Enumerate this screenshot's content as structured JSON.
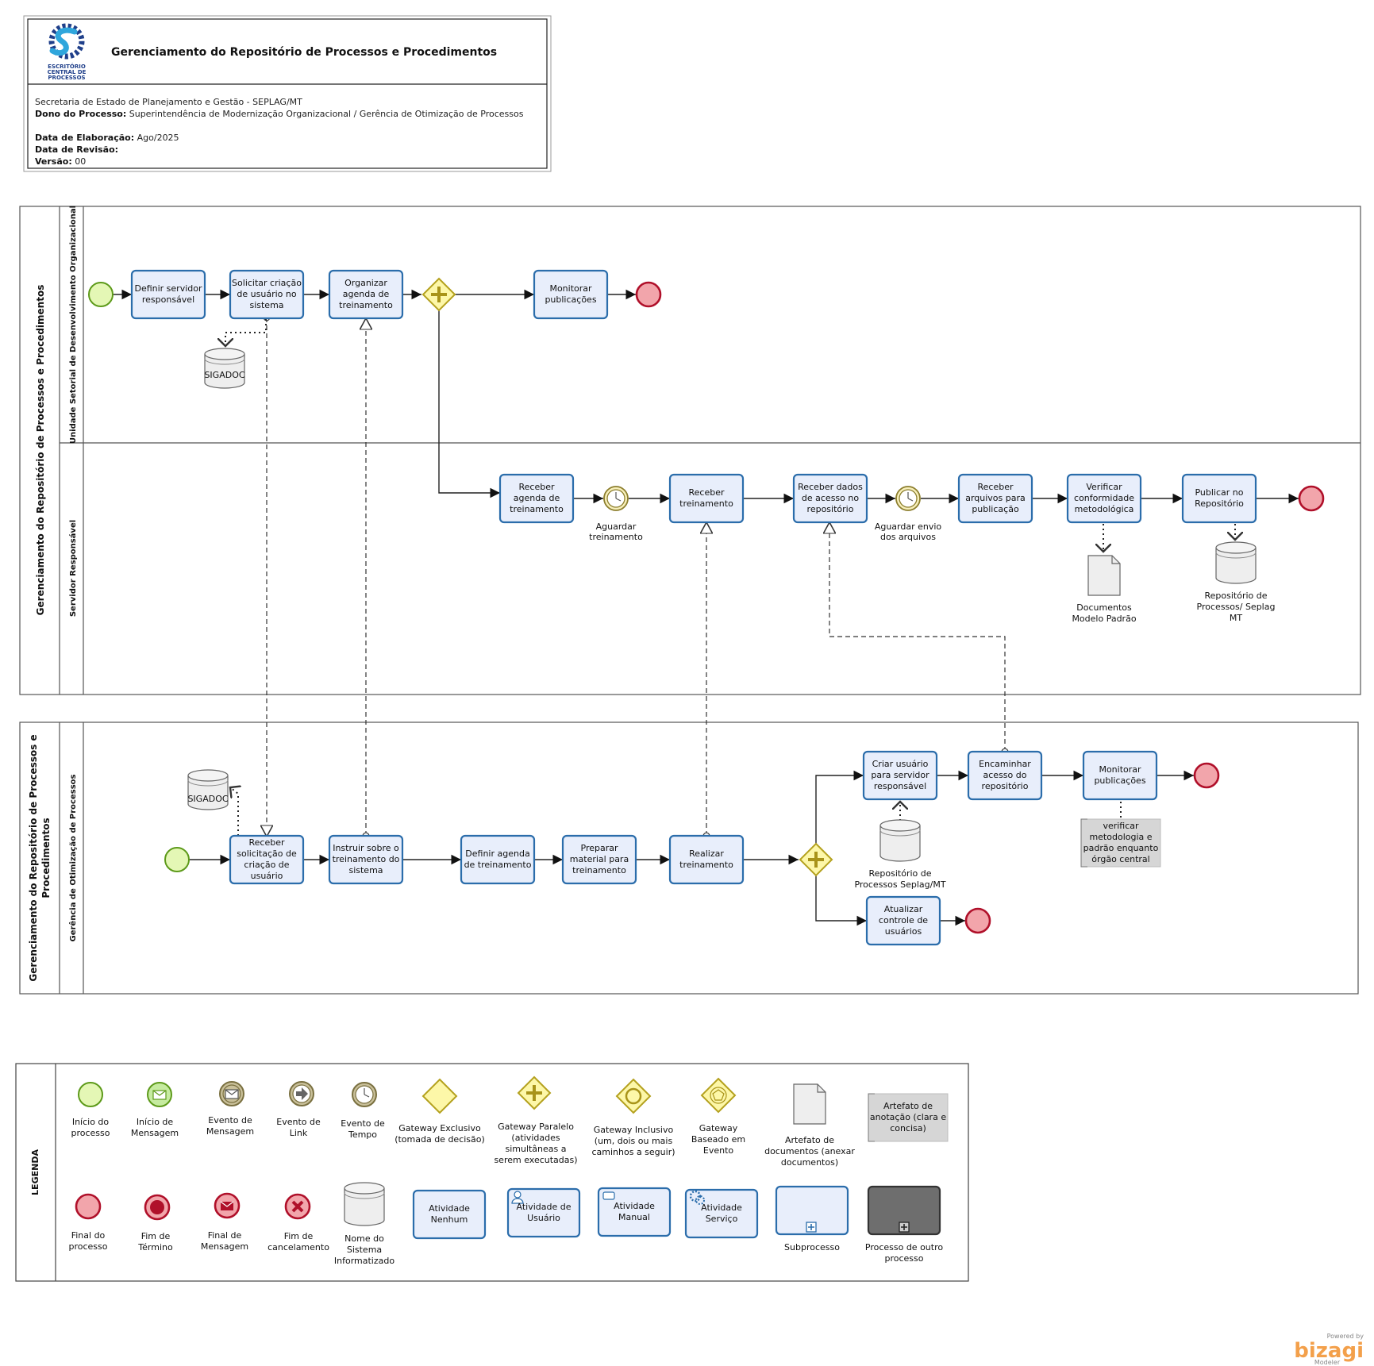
{
  "header": {
    "logo_text": [
      "ESCRITÓRIO",
      "CENTRAL DE",
      "PROCESSOS"
    ],
    "title": "Gerenciamento do Repositório de Processos e Procedimentos",
    "org": "Secretaria de Estado de Planejamento e Gestão - SEPLAG/MT",
    "owner_label": "Dono do Processo:",
    "owner_value": " Superintendência de Modernização Organizacional / Gerência de Otimização de Processos",
    "elab_label": "Data de Elaboração:",
    "elab_value": " Ago/2025",
    "rev_label": "Data de Revisão:",
    "version_label": "Versão:",
    "version_value": " 00"
  },
  "pool1": {
    "name": "Gerenciamento do Repositório de Processos e Procedimentos",
    "lane1": "Unidade Setorial de Desenvolvimento Organizacional",
    "lane2": "Servidor Responsável",
    "tasks": {
      "definir_servidor": [
        "Definir servidor",
        "responsável"
      ],
      "solicitar_criacao": [
        "Solicitar criação",
        "de usuário no",
        "sistema"
      ],
      "organizar_agenda": [
        "Organizar",
        "agenda de",
        "treinamento"
      ],
      "monitorar_pub1": [
        "Monitorar",
        "publicações"
      ],
      "receber_agenda": [
        "Receber",
        "agenda de",
        "treinamento"
      ],
      "receber_treinamento": [
        "Receber",
        "treinamento"
      ],
      "receber_dados": [
        "Receber dados",
        "de acesso no",
        "repositório"
      ],
      "receber_arquivos": [
        "Receber",
        "arquivos para",
        "publicação"
      ],
      "verificar_conformidade": [
        "Verificar",
        "conformidade",
        "metodológica"
      ],
      "publicar": [
        "Publicar no",
        "Repositório"
      ]
    },
    "timer1_label": [
      "Aguardar",
      "treinamento"
    ],
    "timer2_label": [
      "Aguardar envio",
      "dos arquivos"
    ],
    "sigadoc": "SIGADOC",
    "doc_label": [
      "Documentos",
      "Modelo Padrão"
    ],
    "repo_label": [
      "Repositório de",
      "Processos/ Seplag",
      "MT"
    ]
  },
  "pool2": {
    "name": [
      "Gerenciamento do Repositório de Processos e",
      "Procedimentos"
    ],
    "lane1": "Gerência de Otimização de Processos",
    "tasks": {
      "receber_solicitacao": [
        "Receber",
        "solicitação de",
        "criação de",
        "usuário"
      ],
      "instruir": [
        "Instruir sobre o",
        "treinamento do",
        "sistema"
      ],
      "definir_agenda": [
        "Definir agenda",
        "de treinamento"
      ],
      "preparar_material": [
        "Preparar",
        "material para",
        "treinamento"
      ],
      "realizar_treinamento": [
        "Realizar",
        "treinamento"
      ],
      "criar_usuario": [
        "Criar usuário",
        "para servidor",
        "responsável"
      ],
      "encaminhar_acesso": [
        "Encaminhar",
        "acesso do",
        "repositório"
      ],
      "monitorar_pub2": [
        "Monitorar",
        "publicações"
      ],
      "atualizar_controle": [
        "Atualizar",
        "controle de",
        "usuários"
      ]
    },
    "sigadoc": "SIGADOC",
    "repo_label": [
      "Repositório de",
      "Processos  Seplag/MT"
    ],
    "annotation": [
      "verificar",
      "metodologia e",
      "padrão enquanto",
      "órgão central"
    ]
  },
  "legend": {
    "title": "LEGENDA",
    "inicio_processo": [
      "Início do",
      "processo"
    ],
    "inicio_mensagem": [
      "Início de",
      "Mensagem"
    ],
    "evento_mensagem": [
      "Evento de",
      "Mensagem"
    ],
    "evento_link": [
      "Evento de",
      "Link"
    ],
    "evento_tempo": [
      "Evento de",
      "Tempo"
    ],
    "gateway_exclusivo": [
      "Gateway  Exclusivo",
      "(tomada de decisão)"
    ],
    "gateway_paralelo": [
      "Gateway Paralelo",
      "(atividades",
      "simultâneas a",
      "serem executadas)"
    ],
    "gateway_inclusivo": [
      "Gateway Inclusivo",
      "(um, dois ou mais",
      "caminhos a seguir)"
    ],
    "gateway_evento": [
      "Gateway",
      "Baseado em",
      "Evento"
    ],
    "artefato_docs": [
      "Artefato de",
      "documentos (anexar",
      "documentos)"
    ],
    "artefato_anotacao": [
      "Artefato de",
      "anotação (clara e",
      "concisa)"
    ],
    "final_processo": [
      "Final do",
      "processo"
    ],
    "fim_termino": [
      "Fim de",
      "Término"
    ],
    "final_mensagem": [
      "Final de",
      "Mensagem"
    ],
    "fim_cancelamento": [
      "Fim de",
      "cancelamento"
    ],
    "nome_sistema": [
      "Nome do",
      "Sistema",
      "Informatizado"
    ],
    "atividade_nenhum": [
      "Atividade",
      "Nenhum"
    ],
    "atividade_usuario": [
      "Atividade de",
      "Usuário"
    ],
    "atividade_manual": [
      "Atividade",
      "Manual"
    ],
    "atividade_servico": [
      "Atividade",
      "Serviço"
    ],
    "subprocesso": [
      "Subprocesso"
    ],
    "outro_processo": [
      "Processo de outro",
      "processo"
    ]
  },
  "branding": {
    "powered": "Powered by",
    "name": "bizagi",
    "sub": "Modeler"
  },
  "colors": {
    "start_fill": "#e4f7b5",
    "start_stroke": "#5d9a1a",
    "end_fill": "#f2a5ab",
    "end_stroke": "#b0102a",
    "task_fill": "#e8eefb",
    "task_stroke": "#2b6dab",
    "gateway_fill": "#fdf7a8",
    "gateway_stroke": "#b4a11e",
    "annotation_fill": "#d6d6d6",
    "brand_orange": "#f3a04b"
  }
}
